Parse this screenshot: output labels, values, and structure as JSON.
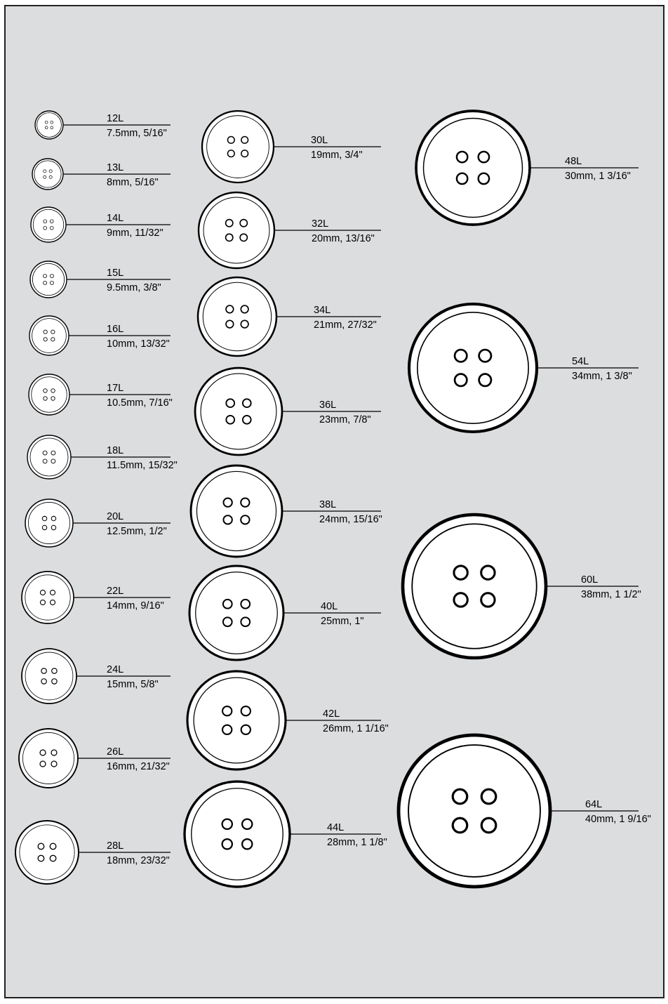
{
  "buttons": [
    {
      "id": "12l",
      "ligne": "12L",
      "size": "7.5mm, 5/16\""
    },
    {
      "id": "13l",
      "ligne": "13L",
      "size": "8mm, 5/16\""
    },
    {
      "id": "14l",
      "ligne": "14L",
      "size": "9mm, 11/32\""
    },
    {
      "id": "15l",
      "ligne": "15L",
      "size": "9.5mm, 3/8\""
    },
    {
      "id": "16l",
      "ligne": "16L",
      "size": "10mm, 13/32\""
    },
    {
      "id": "17l",
      "ligne": "17L",
      "size": "10.5mm, 7/16\""
    },
    {
      "id": "18l",
      "ligne": "18L",
      "size": "11.5mm, 15/32\""
    },
    {
      "id": "20l",
      "ligne": "20L",
      "size": "12.5mm, 1/2\""
    },
    {
      "id": "22l",
      "ligne": "22L",
      "size": "14mm, 9/16\""
    },
    {
      "id": "24l",
      "ligne": "24L",
      "size": "15mm, 5/8\""
    },
    {
      "id": "26l",
      "ligne": "26L",
      "size": "16mm, 21/32\""
    },
    {
      "id": "28l",
      "ligne": "28L",
      "size": "18mm, 23/32\""
    },
    {
      "id": "30l",
      "ligne": "30L",
      "size": "19mm, 3/4\""
    },
    {
      "id": "32l",
      "ligne": "32L",
      "size": "20mm, 13/16\""
    },
    {
      "id": "34l",
      "ligne": "34L",
      "size": "21mm, 27/32\""
    },
    {
      "id": "36l",
      "ligne": "36L",
      "size": "23mm, 7/8\""
    },
    {
      "id": "38l",
      "ligne": "38L",
      "size": "24mm, 15/16\""
    },
    {
      "id": "40l",
      "ligne": "40L",
      "size": "25mm, 1\""
    },
    {
      "id": "42l",
      "ligne": "42L",
      "size": "26mm, 1 1/16\""
    },
    {
      "id": "44l",
      "ligne": "44L",
      "size": "28mm, 1 1/8\""
    },
    {
      "id": "48l",
      "ligne": "48L",
      "size": "30mm, 1 3/16\""
    },
    {
      "id": "54l",
      "ligne": "54L",
      "size": "34mm, 1 3/8\""
    },
    {
      "id": "60l",
      "ligne": "60L",
      "size": "38mm, 1 1/2\""
    },
    {
      "id": "64l",
      "ligne": "64L",
      "size": "40mm, 1 9/16\""
    }
  ],
  "colors": {
    "panel": "#dcdddf",
    "border": "#222222",
    "button_fill": "#ffffff",
    "ink": "#000000"
  }
}
